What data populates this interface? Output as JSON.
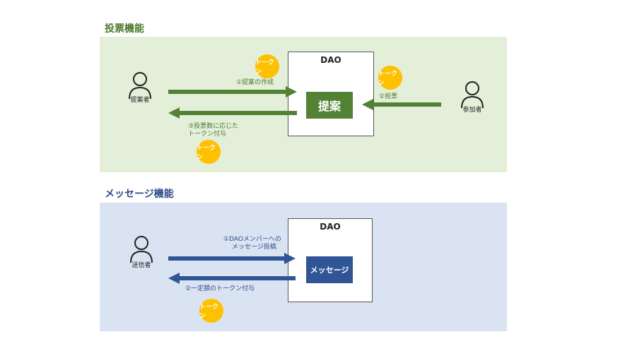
{
  "voting": {
    "title": "投票機能",
    "dao_label": "DAO",
    "action_label": "提案",
    "proposer_label": "提案者",
    "participant_label": "参加者",
    "step1": "①提案の作成",
    "step2": "②投票",
    "step3_line1": "③投票数に応じた",
    "step3_line2": "トークン付与",
    "token": "トークン"
  },
  "messaging": {
    "title": "メッセージ機能",
    "dao_label": "DAO",
    "action_label": "メッセージ",
    "sender_label": "送信者",
    "step1_line1": "①DAOメンバーへの",
    "step1_line2": "メッセージ投稿",
    "step2": "②一定額のトークン付与",
    "token": "トークン"
  },
  "colors": {
    "voting_accent": "#548235",
    "messaging_accent": "#2f5597",
    "voting_bg": "#e3efd9",
    "messaging_bg": "#dae3f2",
    "token": "#ffc000"
  },
  "icons": [
    "person-icon",
    "token-icon"
  ]
}
